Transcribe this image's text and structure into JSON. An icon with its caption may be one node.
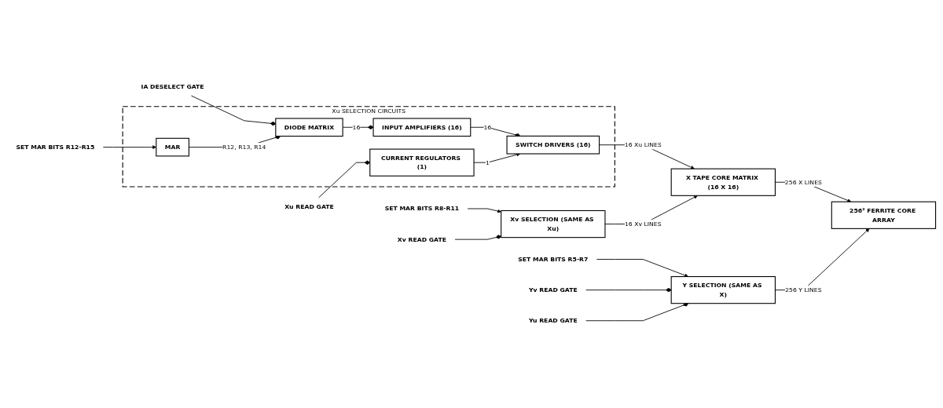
{
  "diagram": {
    "nodes": [
      {
        "text": [
          "Xu SELECTION CIRCUITS"
        ]
      },
      {
        "text": [
          "DIODE MATRIX"
        ],
        "in": 0
      },
      {
        "text": [
          "INPUT AMPLIFIERS (16)"
        ],
        "in": 0
      },
      {
        "text": [
          "SWITCH DRIVERS (16)"
        ],
        "in": 0
      },
      {
        "text": [
          "MAR"
        ],
        "in": 0
      },
      {
        "text": [
          "CURRENT REGULATORS (1)"
        ],
        "in": 0
      },
      {
        "text": [
          "IA DESELECT GATE"
        ]
      },
      {
        "text": [
          "X TAPE CORE MATRIX (16 X 16)"
        ]
      },
      {
        "text": [
          "256² FERRITE CORE ARRAY"
        ]
      },
      {
        "text": [
          "Xv SELECTION (SAME AS Xu)"
        ]
      },
      {
        "text": [
          "Y SELECTION (SAME AS X)"
        ]
      },
      {
        "text": [
          "SET MAR BITS R12-R15"
        ]
      },
      {
        "text": [
          "Xu READ GATE"
        ]
      },
      {
        "text": [
          "SET MAR BITS R8-R11"
        ]
      },
      {
        "text": [
          "Xv READ GATE"
        ]
      },
      {
        "text": [
          "SET MAR BITS R5-R7"
        ]
      },
      {
        "text": [
          "Yv READ GATE"
        ]
      },
      {
        "text": [
          "Yu READ GATE"
        ]
      }
    ],
    "edges": [
      {
        "from": 6,
        "to": 1,
        "arrow": "other"
      },
      {
        "from": 1,
        "to": 2,
        "arrow": "other",
        "label": "16"
      },
      {
        "from": 2,
        "to": 3,
        "arrow": "other",
        "label": "16"
      },
      {
        "from": 4,
        "to": 1,
        "arrow": "other",
        "label": "R12, R13, R14"
      },
      {
        "from": 5,
        "to": 3,
        "arrow": "to",
        "label": "1"
      },
      {
        "from": 11,
        "to": 4,
        "arrow": "to"
      },
      {
        "from": 12,
        "to": 5,
        "arrow": "other"
      },
      {
        "from": 3,
        "to": 7,
        "arrow": "to",
        "label": "16 Xu LINES"
      },
      {
        "from": 7,
        "to": 8,
        "arrow": "to",
        "label": "256 X LINES"
      },
      {
        "from": 9,
        "to": 7,
        "arrow": "to",
        "label": "16 Xv LINES"
      },
      {
        "from": 10,
        "to": 8,
        "arrow": "to",
        "label": "256 Y LINES"
      },
      {
        "from": 13,
        "to": 9,
        "arrow": "to"
      },
      {
        "from": 14,
        "to": 9,
        "arrow": "other"
      },
      {
        "from": 15,
        "to": 10,
        "arrow": "to"
      },
      {
        "from": 16,
        "to": 10,
        "arrow": "other"
      },
      {
        "from": 17,
        "to": 10,
        "arrow": "other"
      }
    ]
  }
}
